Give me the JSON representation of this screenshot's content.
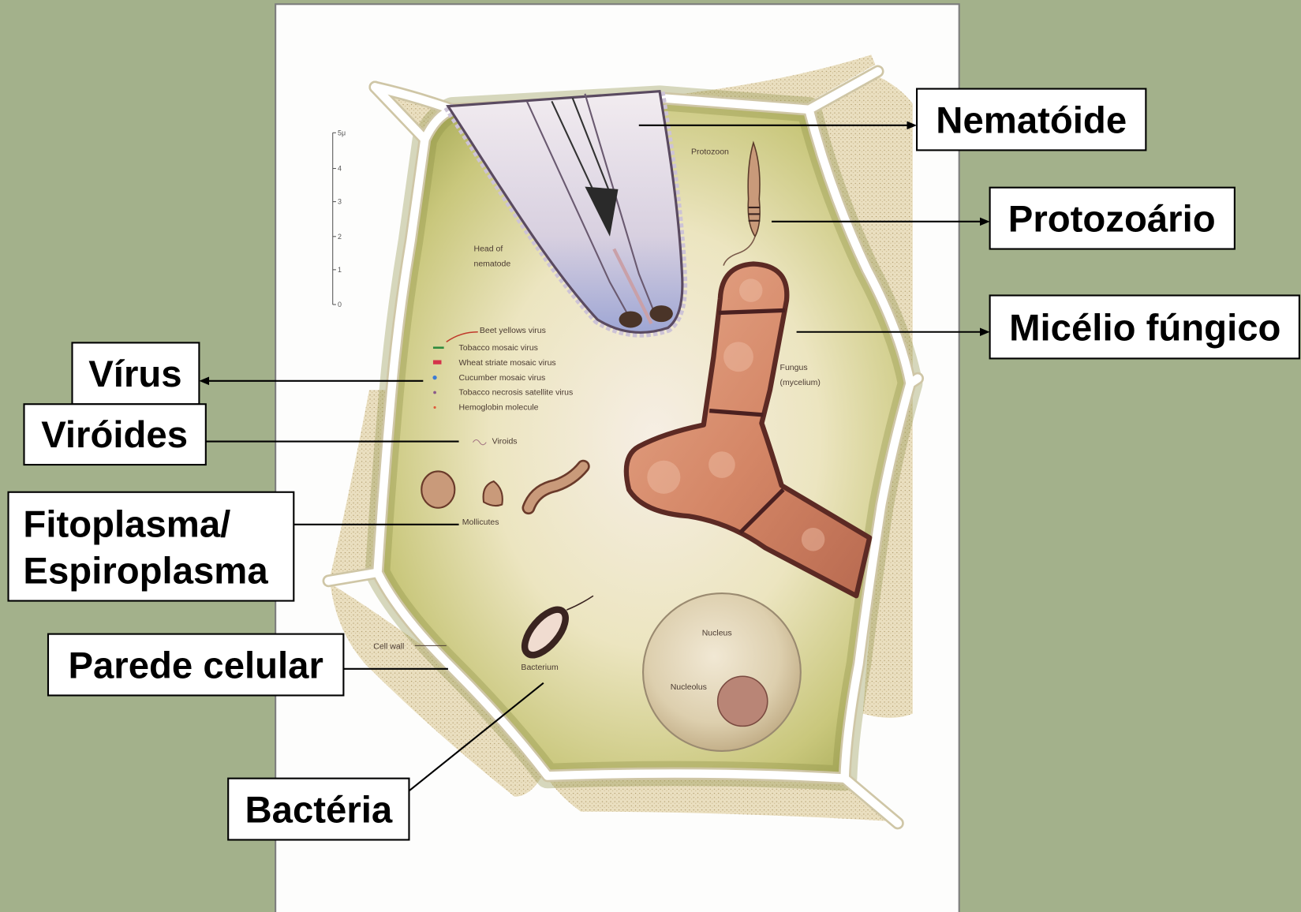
{
  "labels": {
    "nematoide": "Nematóide",
    "protozoario": "Protozoário",
    "micelio": "Micélio fúngico",
    "virus": "Vírus",
    "viroides": "Viróides",
    "fitoplasma_line1": "Fitoplasma/",
    "fitoplasma_line2": "Espiroplasma",
    "parede": "Parede celular",
    "bacteria": "Bactéria"
  },
  "diagram_text": {
    "protozoon": "Protozoon",
    "head_of_nematode": [
      "Head of",
      "nematode"
    ],
    "virus_legend": [
      "Beet yellows virus",
      "Tobacco mosaic virus",
      "Wheat striate mosaic virus",
      "Cucumber mosaic virus",
      "Tobacco necrosis satellite virus",
      "Hemoglobin molecule"
    ],
    "viroids": "Viroids",
    "mollicutes": "Mollicutes",
    "fungus": [
      "Fungus",
      "(mycelium)"
    ],
    "cell_wall": "Cell wall",
    "bacterium": "Bacterium",
    "nucleus": "Nucleus",
    "nucleolus": "Nucleolus",
    "scale_ticks": [
      "5μ",
      "4",
      "3",
      "2",
      "1",
      "0"
    ]
  },
  "colors": {
    "background": "#a3b18b",
    "page": "#fdfdfc",
    "virus_legend": {
      "beet_yellows": "#c0392b",
      "tobacco_mosaic": "#2e8b3e",
      "wheat_striate": "#d4334a",
      "cucumber_mosaic": "#3a7bd5",
      "tobacco_necrosis": "#8a5a8a",
      "hemoglobin": "#e05a3a"
    }
  }
}
